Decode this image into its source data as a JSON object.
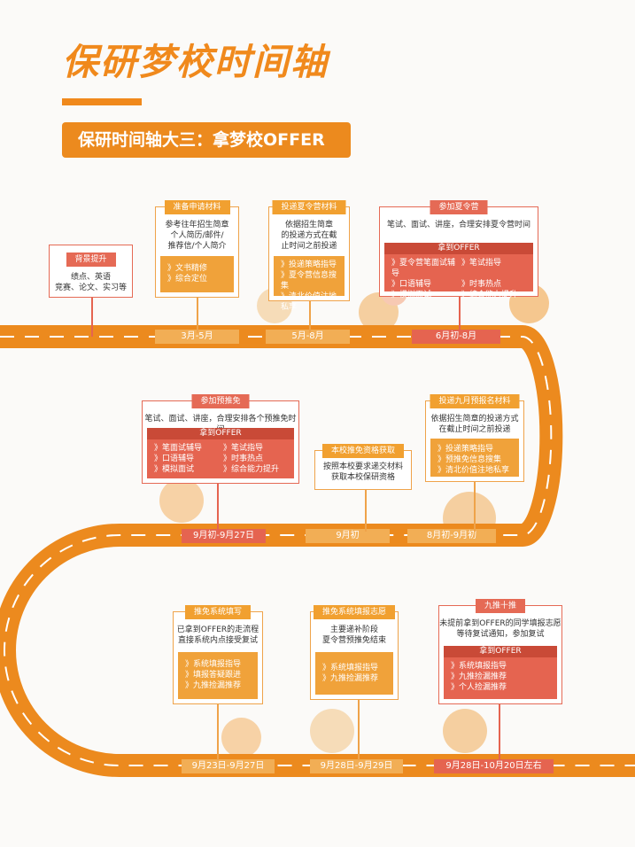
{
  "header": {
    "title": "保研梦校时间轴",
    "subtitle": "保研时间轴大三：拿梦校OFFER"
  },
  "colors": {
    "orange": "#f0891c",
    "road": "#ec8a1e",
    "red": "#e56450",
    "road_stripe": "#ffffff"
  },
  "labels": {
    "mar_may": "3月-5月",
    "may_aug": "5月-8月",
    "jun_aug": "6月初-8月",
    "sep_early": "9月初-9月27日",
    "sep": "9月初",
    "aug_sep": "8月初-9月初",
    "sep23": "9月23日-9月27日",
    "sep28": "9月28日-9月29日",
    "sep28_oct": "9月28日-10月20日左右"
  },
  "boxes": {
    "bg": {
      "tag": "背景提升",
      "desc": "绩点、英语\n竞赛、论文、实习等"
    },
    "prep": {
      "tag": "准备申请材料",
      "desc": "参考往年招生简章\n个人简历/邮件/\n推荐信/个人简介",
      "items": [
        "》文书精修",
        "》综合定位"
      ]
    },
    "summer_apply": {
      "tag": "投递夏令营材料",
      "desc": "依据招生简章\n的投递方式在截\n止时间之前投递",
      "items": [
        "》投递策略指导",
        "》夏令营信息搜集",
        "》清北价值注地私享"
      ]
    },
    "summer_join": {
      "tag": "参加夏令营",
      "desc": "笔试、面试、讲座，合理安排夏令营时间",
      "panel_title": "拿到OFFER",
      "items": [
        "》夏令营笔面试辅导",
        "》笔试指导",
        "》口语辅导",
        "》时事热点",
        "》模拟面试",
        "》综合能力提升"
      ]
    },
    "pre_exempt": {
      "tag": "参加预推免",
      "desc": "笔试、面试、讲座，合理安排各个预推免时间",
      "panel_title": "拿到OFFER",
      "items": [
        "》笔面试辅导",
        "》笔试指导",
        "》口语辅导",
        "》时事热点",
        "》模拟面试",
        "》综合能力提升"
      ]
    },
    "qualify": {
      "tag": "本校推免资格获取",
      "desc": "按照本校要求递交材料\n获取本校保研资格"
    },
    "sept_apply": {
      "tag": "投递九月预报名材料",
      "desc": "依据招生简章的投递方式\n在截止时间之前投递",
      "items": [
        "》投递策略指导",
        "》预推免信息搜集",
        "》清北价值注地私享"
      ]
    },
    "sys_fill": {
      "tag": "推免系统填写",
      "desc": "已拿到OFFER的走流程\n直接系统内点接受复试",
      "items": [
        "》系统填报指导",
        "》填报答疑跟进",
        "》九推捡漏推荐"
      ]
    },
    "sys_wish": {
      "tag": "推免系统填报志愿",
      "desc": "主要递补阶段\n夏令营预推免结束",
      "items": [
        "》系统填报指导",
        "》九推捡漏推荐"
      ]
    },
    "nine": {
      "tag": "九推十推",
      "desc": "未提前拿到OFFER的同学填报志愿\n等待复试通知，参加复试",
      "panel_title": "拿到OFFER",
      "items": [
        "》系统填报指导",
        "》九推捡漏推荐",
        "》个人捡漏推荐"
      ]
    }
  }
}
